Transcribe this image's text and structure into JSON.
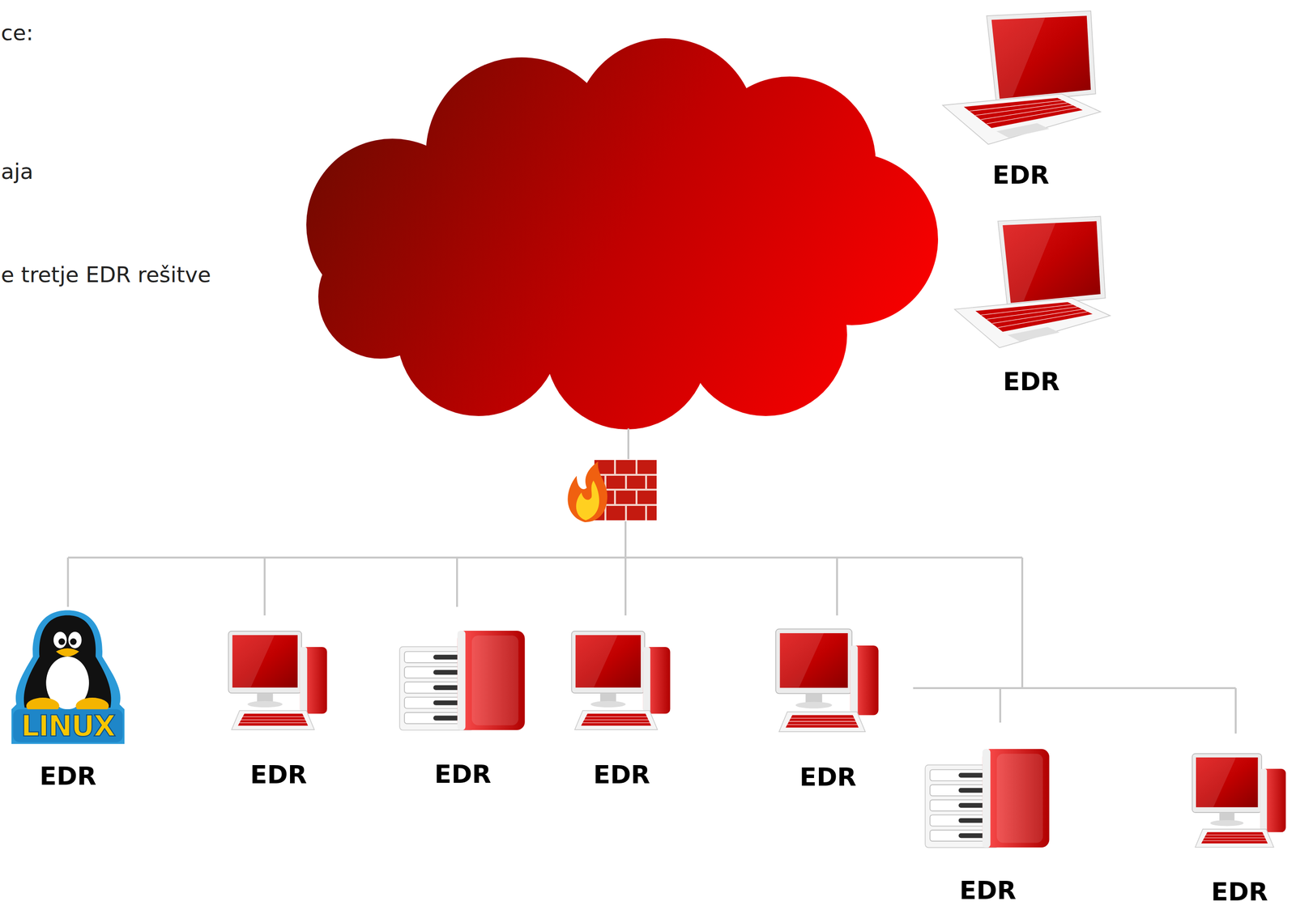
{
  "diagram": {
    "nodes": [
      {
        "text": [
          "EDR"
        ]
      },
      {
        "text": [
          "EDR"
        ]
      },
      {
        "text": [
          "EDR"
        ]
      },
      {
        "text": [
          "EDR"
        ]
      },
      {
        "text": [
          "EDR"
        ]
      },
      {
        "text": [
          "EDR"
        ]
      },
      {
        "text": [
          "EDR"
        ]
      },
      {
        "text": [
          "EDR"
        ]
      },
      {
        "text": [
          "EDR"
        ]
      }
    ],
    "labels": [
      "ce:",
      "aja",
      "e tretje EDR rešitve",
      "LINUX"
    ]
  }
}
